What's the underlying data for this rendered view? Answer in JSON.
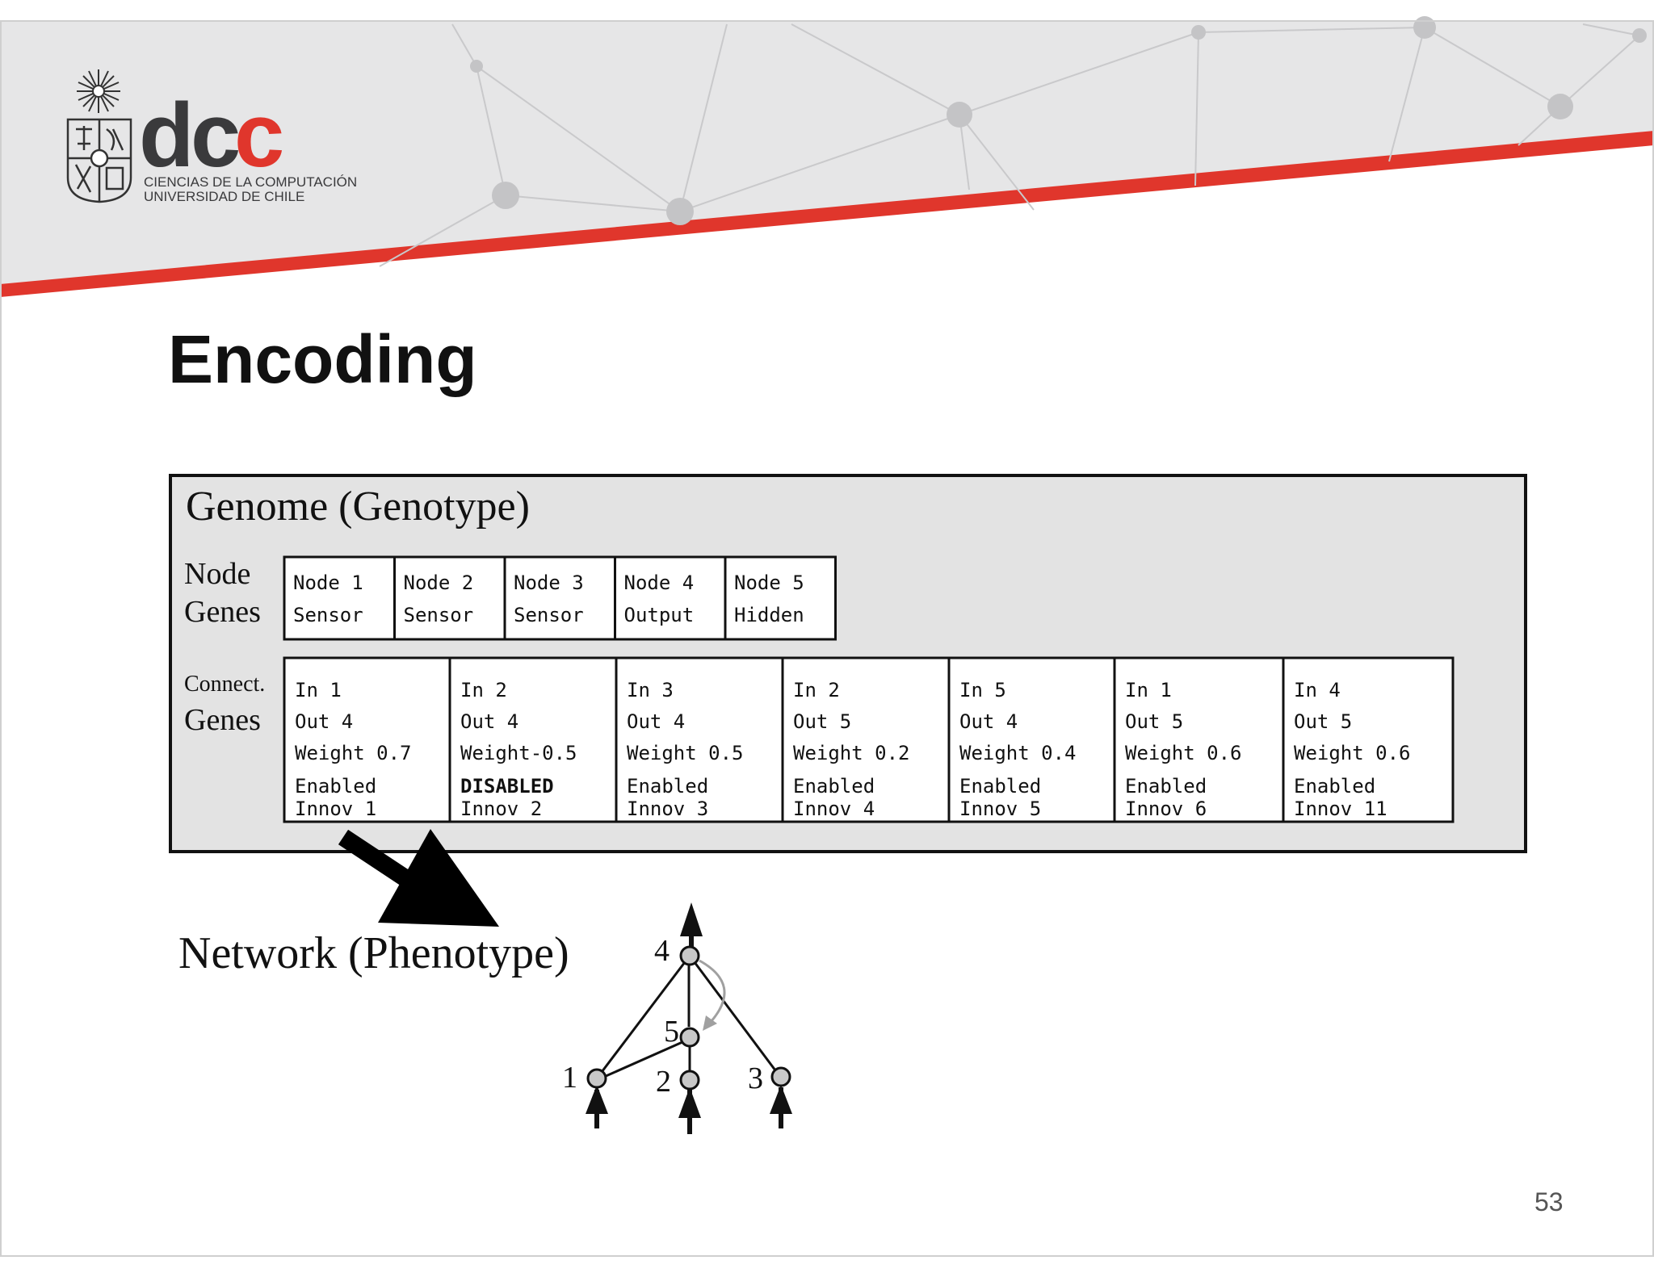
{
  "logo": {
    "wordmark_d": "d",
    "wordmark_c1": "c",
    "wordmark_c2": "c",
    "line1": "CIENCIAS DE LA COMPUTACIÓN",
    "line2": "UNIVERSIDAD DE CHILE"
  },
  "slide": {
    "title": "Encoding",
    "page_number": "53"
  },
  "genome": {
    "title": "Genome (Genotype)",
    "node_label": [
      "Node",
      "Genes"
    ],
    "connect_label": [
      "Connect.",
      "Genes"
    ],
    "node_genes": [
      {
        "line1": "Node 1",
        "line2": "Sensor"
      },
      {
        "line1": "Node 2",
        "line2": "Sensor"
      },
      {
        "line1": "Node 3",
        "line2": "Sensor"
      },
      {
        "line1": "Node 4",
        "line2": "Output"
      },
      {
        "line1": "Node 5",
        "line2": "Hidden"
      }
    ],
    "connection_genes": [
      {
        "in": "In 1",
        "out": "Out 4",
        "weight": "Weight 0.7",
        "status": "Enabled",
        "innov": "Innov 1"
      },
      {
        "in": "In 2",
        "out": "Out 4",
        "weight": "Weight-0.5",
        "status": "DISABLED",
        "innov": "Innov 2"
      },
      {
        "in": "In 3",
        "out": "Out 4",
        "weight": "Weight 0.5",
        "status": "Enabled",
        "innov": "Innov 3"
      },
      {
        "in": "In 2",
        "out": "Out 5",
        "weight": "Weight 0.2",
        "status": "Enabled",
        "innov": "Innov 4"
      },
      {
        "in": "In 5",
        "out": "Out 4",
        "weight": "Weight 0.4",
        "status": "Enabled",
        "innov": "Innov 5"
      },
      {
        "in": "In 1",
        "out": "Out 5",
        "weight": "Weight 0.6",
        "status": "Enabled",
        "innov": "Innov 6"
      },
      {
        "in": "In 4",
        "out": "Out 5",
        "weight": "Weight 0.6",
        "status": "Enabled",
        "innov": "Innov 11"
      }
    ]
  },
  "network": {
    "title": "Network (Phenotype)",
    "node_labels": [
      "4",
      "5",
      "1",
      "2",
      "3"
    ]
  },
  "colors": {
    "header_bg": "#e6e6e7",
    "accent_red": "#e0362c",
    "genome_bg": "#e3e3e3",
    "node_fill": "#c8c8c8",
    "text_dark": "#111111"
  }
}
